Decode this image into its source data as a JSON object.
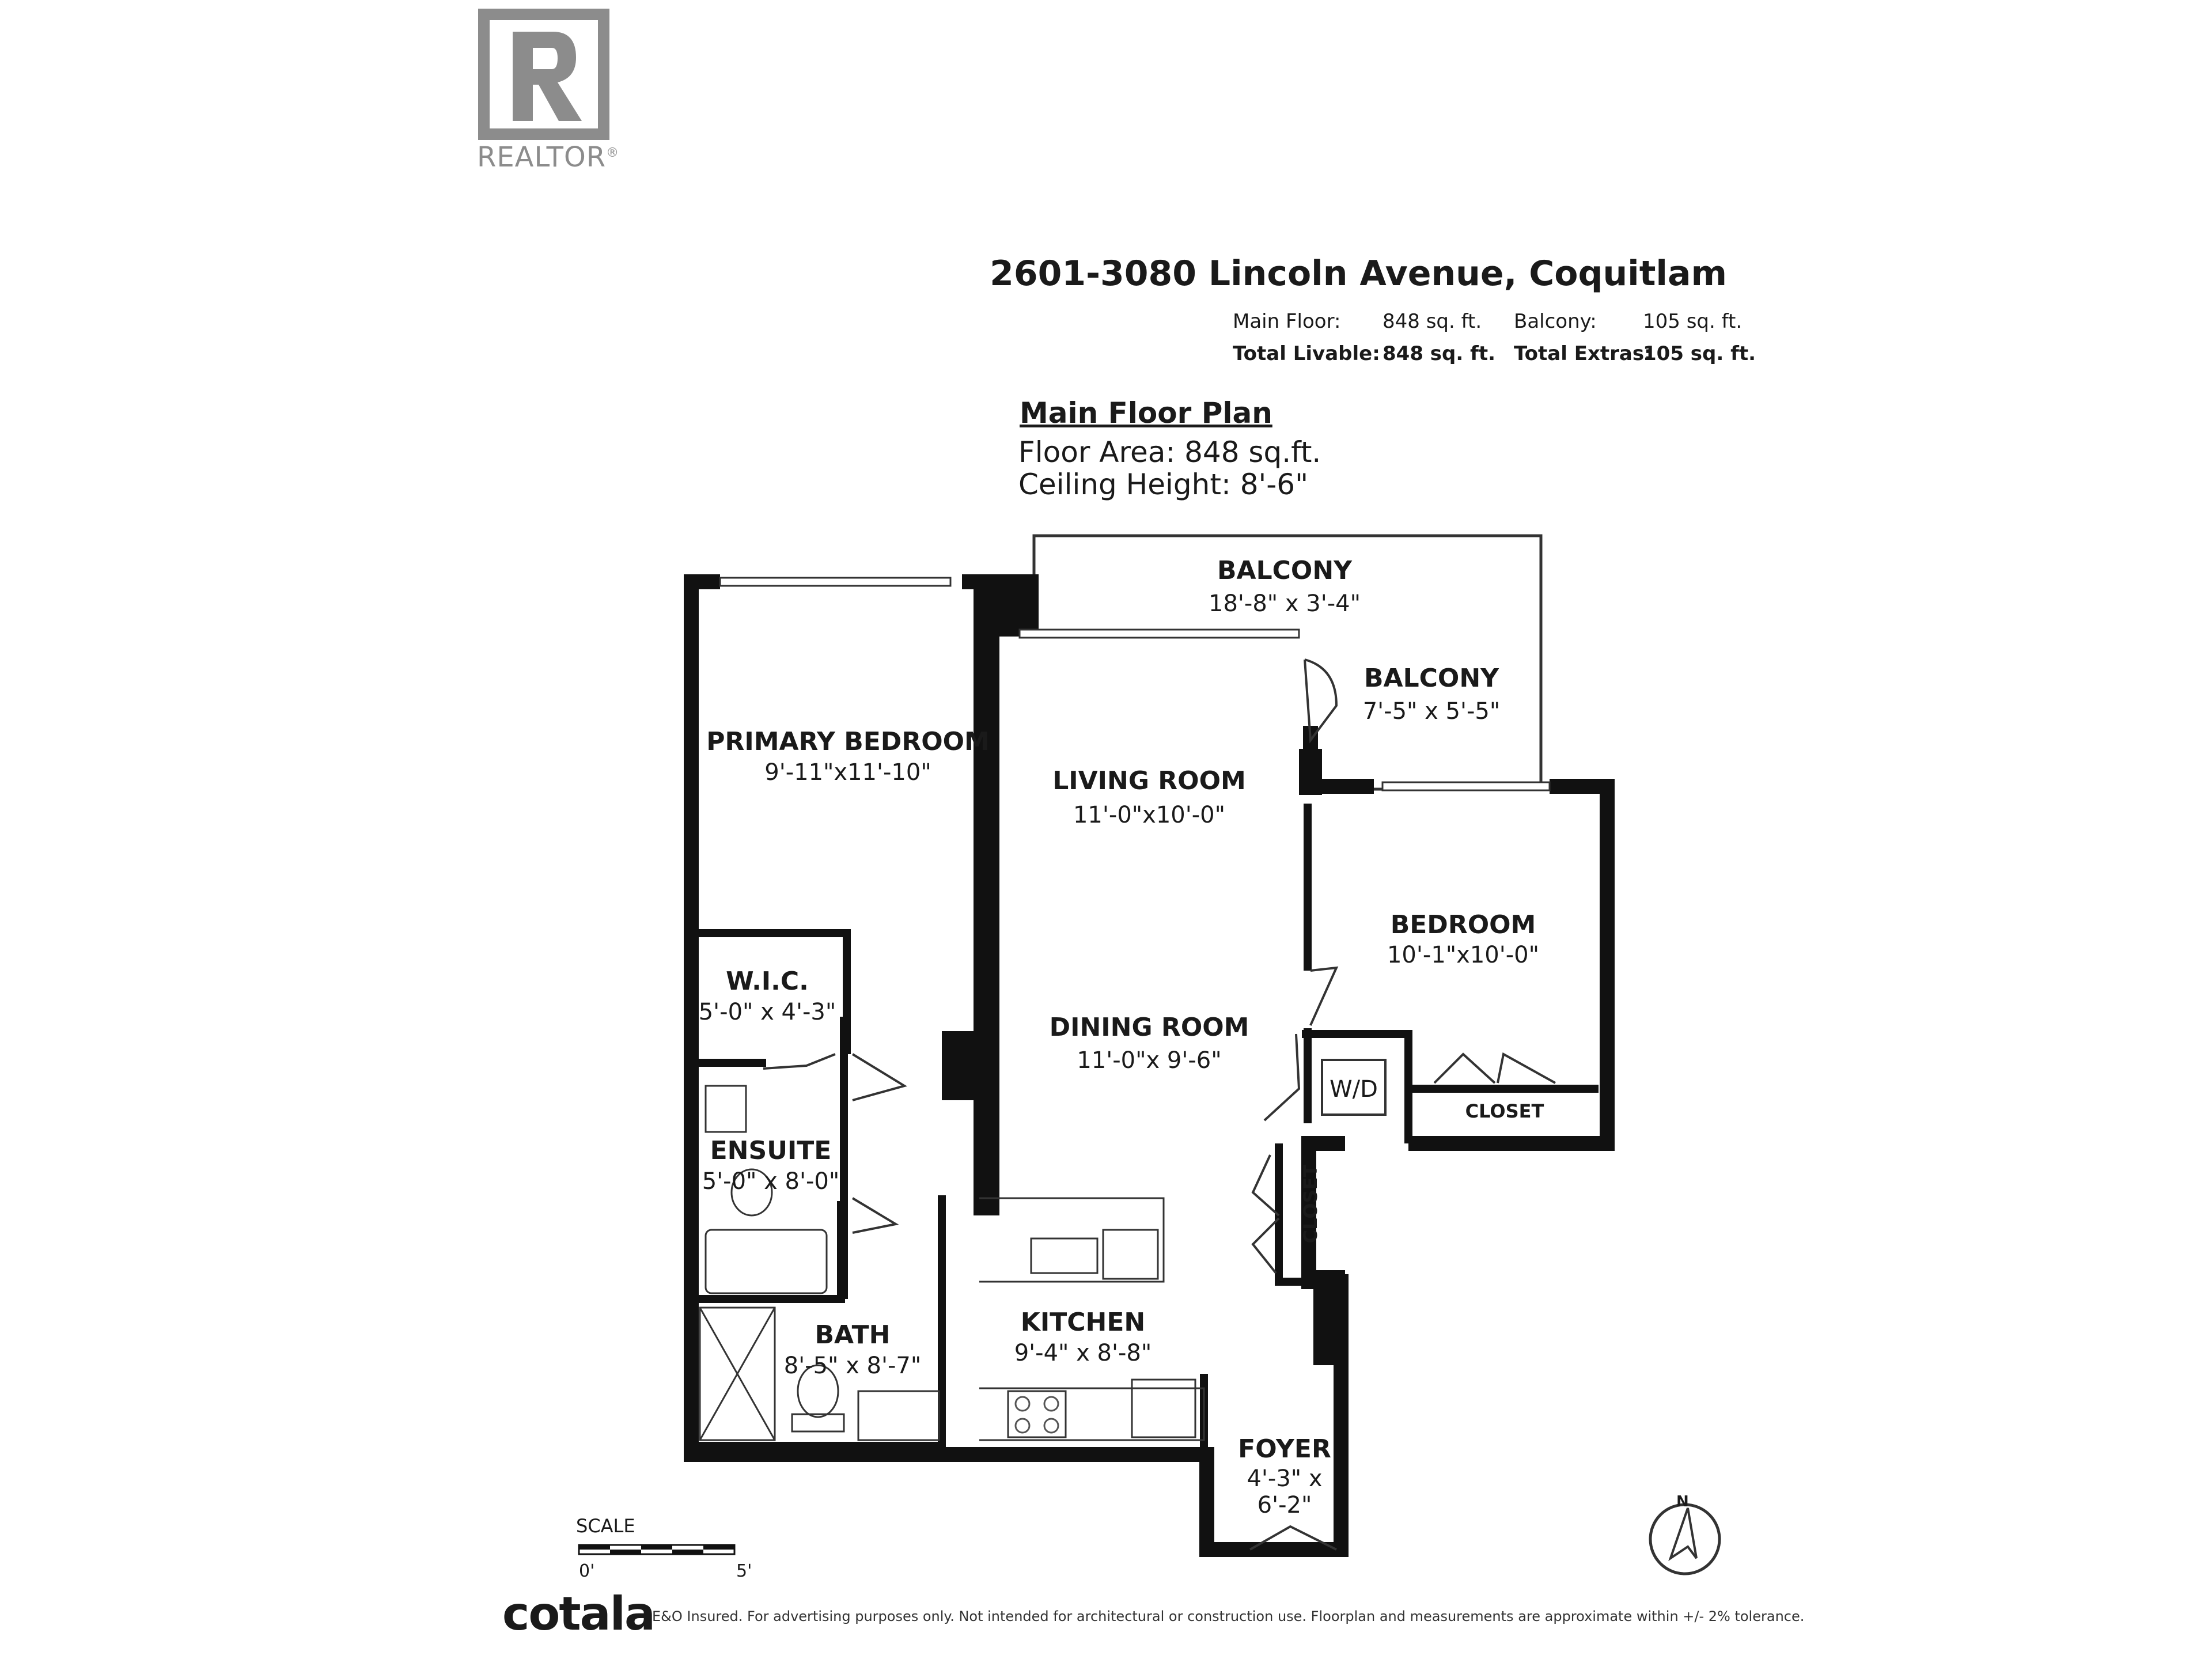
{
  "logo": {
    "name": "REALTOR",
    "registered": "®"
  },
  "header": {
    "address": "2601-3080 Lincoln Avenue, Coquitlam",
    "main_floor_label": "Main Floor:",
    "main_floor_value": "848 sq. ft.",
    "balcony_label": "Balcony:",
    "balcony_value": "105 sq. ft.",
    "total_livable_label": "Total Livable:",
    "total_livable_value": "848 sq. ft.",
    "total_extras_label": "Total Extras:",
    "total_extras_value": "105 sq. ft."
  },
  "plan": {
    "title": "Main Floor Plan",
    "floor_area": "Floor Area: 848 sq.ft.",
    "ceiling_height": "Ceiling Height: 8'-6\""
  },
  "rooms": {
    "balcony_main": {
      "name": "BALCONY",
      "dim": "18'-8\" x 3'-4\""
    },
    "balcony_side": {
      "name": "BALCONY",
      "dim": "7'-5\" x 5'-5\""
    },
    "primary_bedroom": {
      "name": "PRIMARY BEDROOM",
      "dim": "9'-11\"x11'-10\""
    },
    "living_room": {
      "name": "LIVING ROOM",
      "dim": "11'-0\"x10'-0\""
    },
    "bedroom": {
      "name": "BEDROOM",
      "dim": "10'-1\"x10'-0\""
    },
    "wic": {
      "name": "W.I.C.",
      "dim": "5'-0\" x 4'-3\""
    },
    "dining_room": {
      "name": "DINING ROOM",
      "dim": "11'-0\"x 9'-6\""
    },
    "ensuite": {
      "name": "ENSUITE",
      "dim": "5'-0\" x 8'-0\""
    },
    "bath": {
      "name": "BATH",
      "dim": "8'-5\" x 8'-7\""
    },
    "kitchen": {
      "name": "KITCHEN",
      "dim": "9'-4\" x 8'-8\""
    },
    "foyer": {
      "name": "FOYER",
      "dim1": "4'-3\" x",
      "dim2": "6'-2\""
    },
    "wd": {
      "name": "W/D"
    },
    "closet_bedroom": {
      "name": "CLOSET"
    },
    "closet_foyer": {
      "name": "CLOSET"
    }
  },
  "scale": {
    "label": "SCALE",
    "start": "0'",
    "end": "5'"
  },
  "compass": {
    "north": "N"
  },
  "footer": {
    "brand": "cotala",
    "disclaimer": "E&O Insured. For advertising purposes only. Not intended for architectural or construction use. Floorplan and measurements are approximate within +/- 2% tolerance."
  }
}
